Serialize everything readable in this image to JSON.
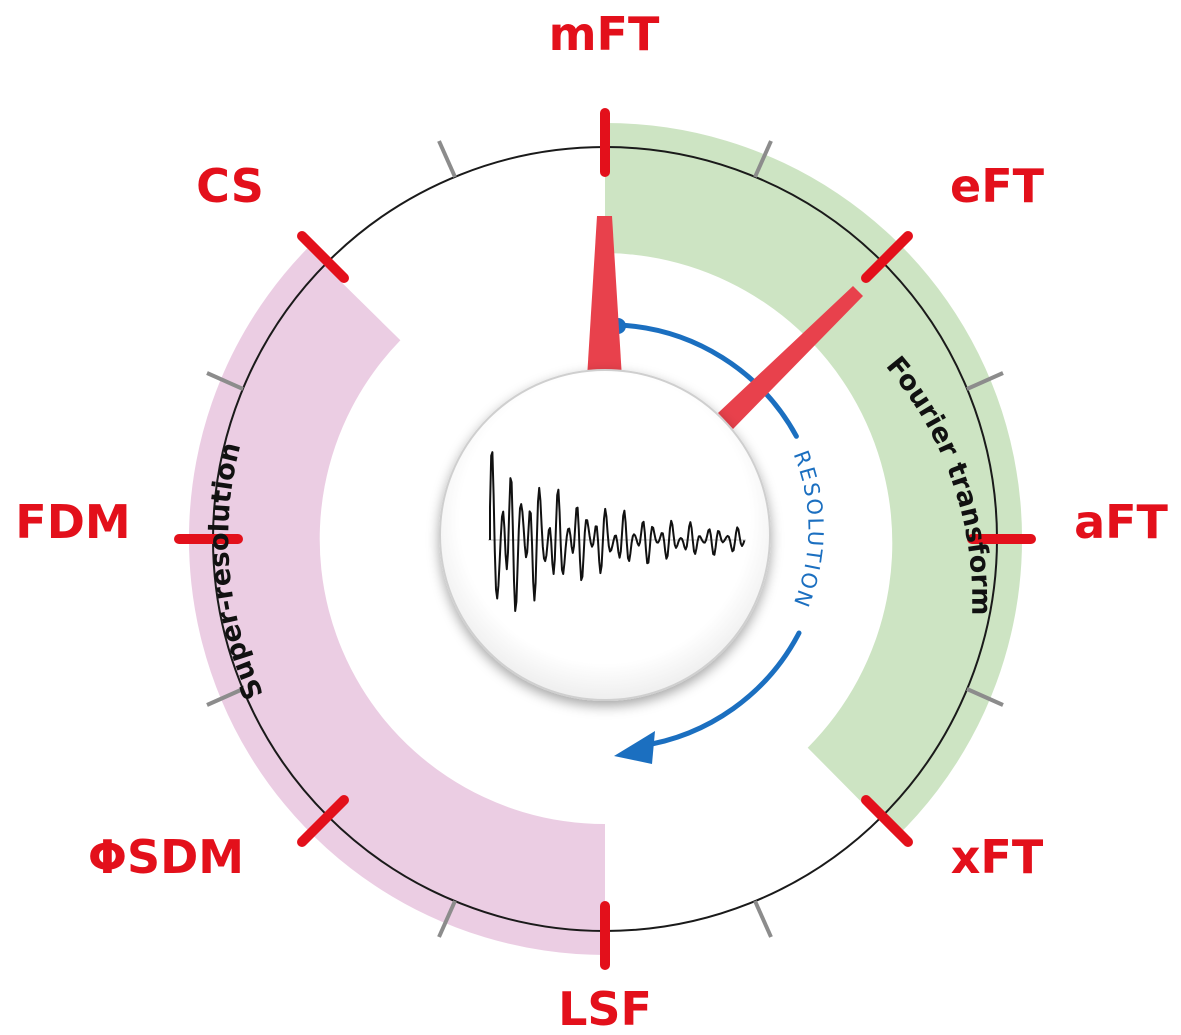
{
  "methods": [
    "mFT",
    "eFT",
    "aFT",
    "xFT",
    "LSF",
    "ΦSDM",
    "FDM",
    "CS"
  ],
  "arcs": {
    "fourier": "Fourier transform",
    "super": "Super-resolution"
  },
  "resolution_label": "RESOLUTION",
  "colors": {
    "marker_red": "#e3101b",
    "needle_red": "#e8414c",
    "fourier_fill": "#cde4c3",
    "super_fill": "#ebcde3",
    "resolution_blue": "#1b6fc0",
    "minor_tick": "#8c8c8c"
  }
}
